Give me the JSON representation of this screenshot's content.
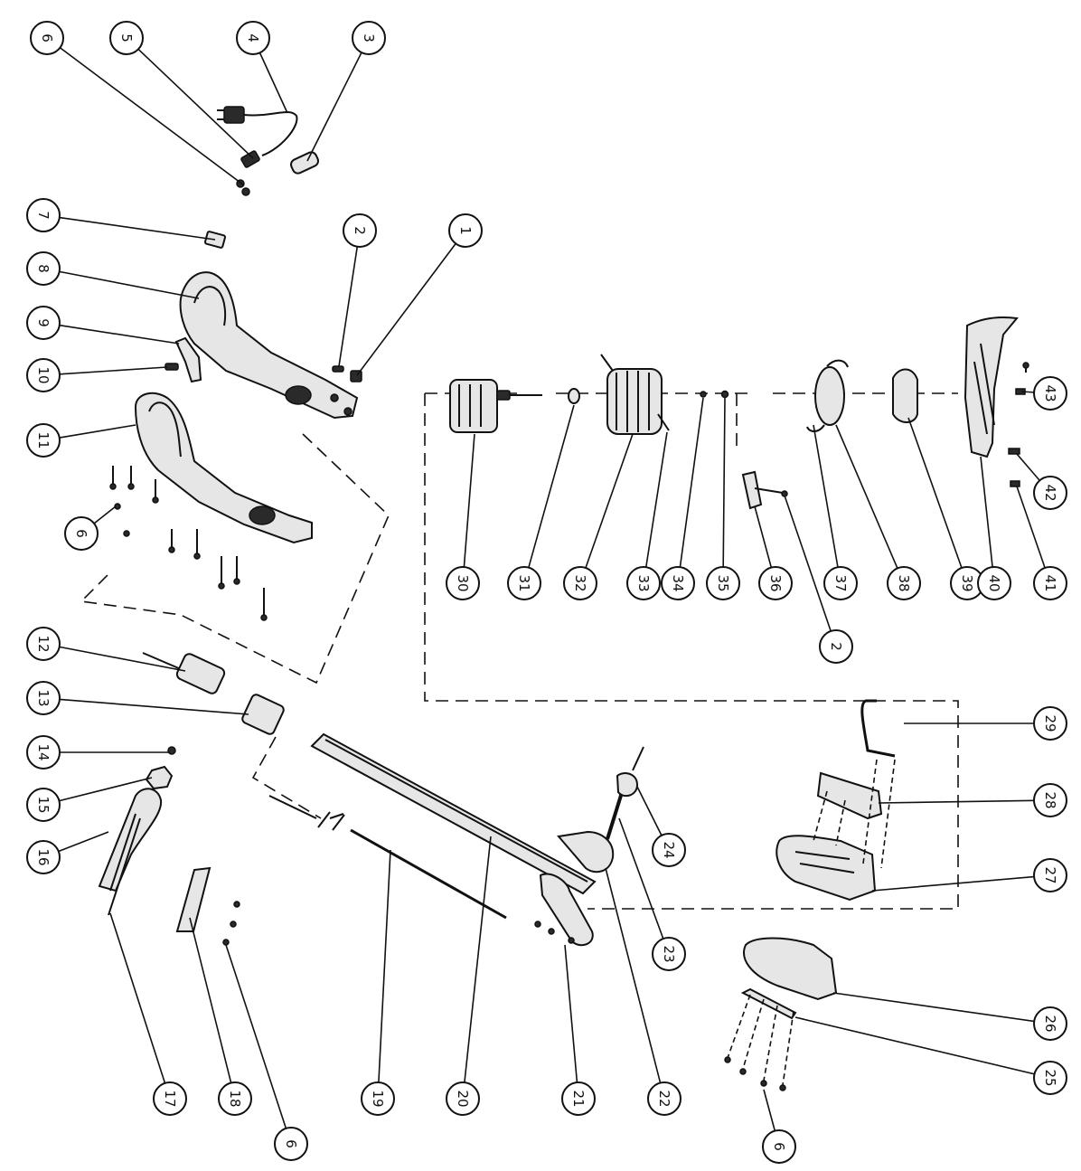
{
  "colors": {
    "ink": "#111111",
    "paper": "#ffffff",
    "part_fill": "#e6e6e6",
    "part_dark": "#2a2a2a"
  },
  "labels": [
    {
      "id": "1",
      "text": "1"
    },
    {
      "id": "2a",
      "text": "2"
    },
    {
      "id": "2b",
      "text": "2"
    },
    {
      "id": "3",
      "text": "3"
    },
    {
      "id": "4",
      "text": "4"
    },
    {
      "id": "5",
      "text": "5"
    },
    {
      "id": "6a",
      "text": "6"
    },
    {
      "id": "6b",
      "text": "6"
    },
    {
      "id": "6c",
      "text": "6"
    },
    {
      "id": "6d",
      "text": "6"
    },
    {
      "id": "7",
      "text": "7"
    },
    {
      "id": "8",
      "text": "8"
    },
    {
      "id": "9",
      "text": "9"
    },
    {
      "id": "10",
      "text": "10"
    },
    {
      "id": "11",
      "text": "11"
    },
    {
      "id": "12",
      "text": "12"
    },
    {
      "id": "13",
      "text": "13"
    },
    {
      "id": "14",
      "text": "14"
    },
    {
      "id": "15",
      "text": "15"
    },
    {
      "id": "16",
      "text": "16"
    },
    {
      "id": "17",
      "text": "17"
    },
    {
      "id": "18",
      "text": "18"
    },
    {
      "id": "19",
      "text": "19"
    },
    {
      "id": "20",
      "text": "20"
    },
    {
      "id": "21",
      "text": "21"
    },
    {
      "id": "22",
      "text": "22"
    },
    {
      "id": "23",
      "text": "23"
    },
    {
      "id": "24",
      "text": "24"
    },
    {
      "id": "25",
      "text": "25"
    },
    {
      "id": "26",
      "text": "26"
    },
    {
      "id": "27",
      "text": "27"
    },
    {
      "id": "28",
      "text": "28"
    },
    {
      "id": "29",
      "text": "29"
    },
    {
      "id": "30",
      "text": "30"
    },
    {
      "id": "31",
      "text": "31"
    },
    {
      "id": "32",
      "text": "32"
    },
    {
      "id": "33",
      "text": "33"
    },
    {
      "id": "34",
      "text": "34"
    },
    {
      "id": "35",
      "text": "35"
    },
    {
      "id": "36",
      "text": "36"
    },
    {
      "id": "37",
      "text": "37"
    },
    {
      "id": "38",
      "text": "38"
    },
    {
      "id": "39",
      "text": "39"
    },
    {
      "id": "40",
      "text": "40"
    },
    {
      "id": "41",
      "text": "41"
    },
    {
      "id": "42",
      "text": "42"
    },
    {
      "id": "43",
      "text": "43"
    }
  ],
  "parts": [
    {
      "id": "plug-cable",
      "icon": "plug-cable-icon"
    },
    {
      "id": "handle-upper",
      "icon": "handle-icon"
    },
    {
      "id": "handle-lower",
      "icon": "handle-icon"
    },
    {
      "id": "motor",
      "icon": "motor-icon"
    },
    {
      "id": "fan",
      "icon": "fan-icon"
    },
    {
      "id": "spool",
      "icon": "spool-icon"
    },
    {
      "id": "guard",
      "icon": "guard-icon"
    },
    {
      "id": "shaft",
      "icon": "shaft-icon"
    },
    {
      "id": "motor-housing",
      "icon": "housing-icon"
    }
  ]
}
